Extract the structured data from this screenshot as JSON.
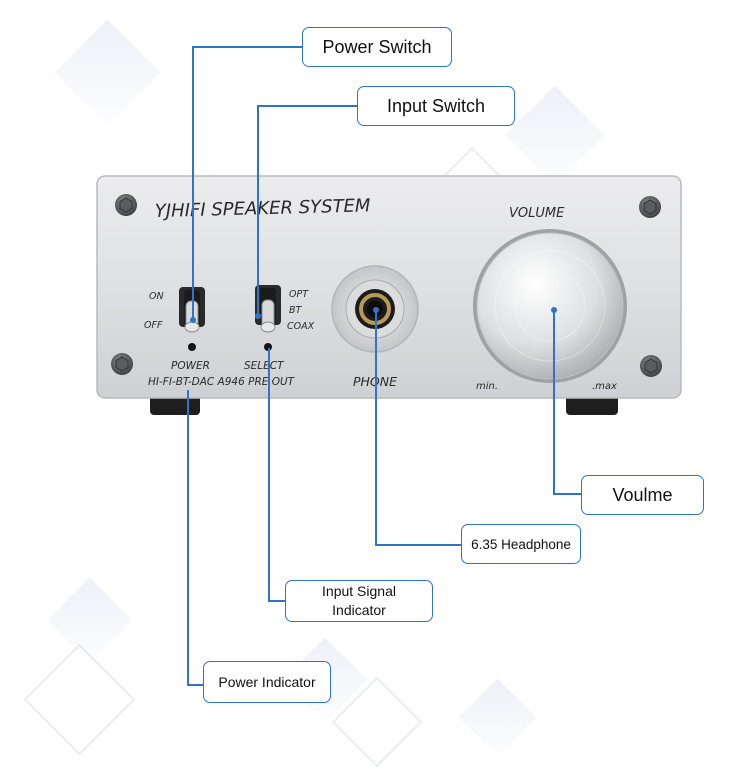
{
  "device": {
    "brand_text": "YJHIFI SPEAKER SYSTEM",
    "volume_text": "VOLUME",
    "on_text": "ON",
    "off_text": "OFF",
    "opt_text": "OPT",
    "bt_text": "BT",
    "coax_text": "COAX",
    "power_label": "POWER",
    "select_label": "SELECT",
    "model_text": "HI-FI-BT-DAC A946 PRE OUT",
    "phone_label": "PHONE",
    "min_text": "min.",
    "max_text": ".max"
  },
  "callouts": {
    "power_switch": "Power Switch",
    "input_switch": "Input Switch",
    "volume": "Voulme",
    "headphone": "6.35 Headphone",
    "input_signal_line1": "Input Signal",
    "input_signal_line2": "Indicator",
    "power_indicator": "Power Indicator"
  },
  "colors": {
    "leader_line": "#2e74c8",
    "panel_silver": "#d9dadc",
    "callout_border": "#2e74c8"
  }
}
